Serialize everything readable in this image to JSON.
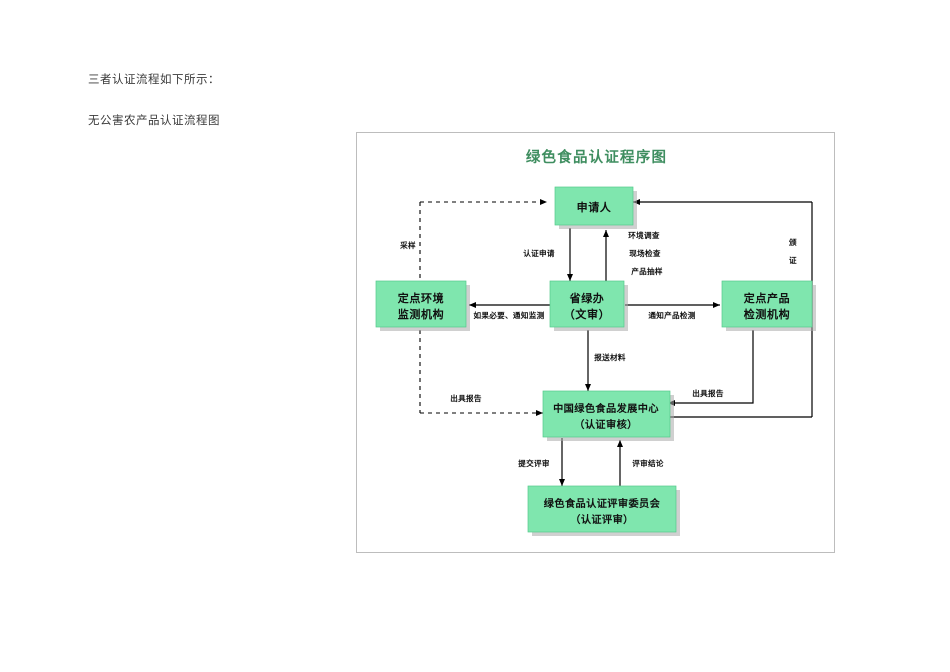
{
  "document": {
    "intro_line": "三者认证流程如下所示：",
    "subtitle_line": "无公害农产品认证流程图"
  },
  "diagram": {
    "title": "绿色食品认证程序图",
    "title_color": "#3f8e60",
    "node_fill_color": "#7fe6ae",
    "frame_border_color": "#bdbdbd",
    "nodes": {
      "applicant": {
        "line1": "申请人",
        "line2": ""
      },
      "province_green_office": {
        "line1": "省绿办",
        "line2": "（文审）"
      },
      "env_monitoring": {
        "line1": "定点环境",
        "line2": "监测机构"
      },
      "product_testing": {
        "line1": "定点产品",
        "line2": "检测机构"
      },
      "china_center": {
        "line1": "中国绿色食品发展中心",
        "line2": "（认证审核）"
      },
      "review_committee": {
        "line1": "绿色食品认证评审委员会",
        "line2": "（认证评审）"
      }
    },
    "edge_labels": {
      "sampling": "采样",
      "cert_application": "认证申请",
      "env_survey": "环境调查",
      "site_inspection": "现场检查",
      "product_sampling": "产品抽样",
      "notify_monitor": "如果必要、通知监测",
      "notify_product_test": "通知产品检测",
      "issue_certificate_1": "颁",
      "issue_certificate_2": "证",
      "submit_materials": "报送材料",
      "issue_report_left": "出具报告",
      "issue_report_right": "出具报告",
      "submit_review": "提交评审",
      "review_conclusion": "评审结论"
    }
  }
}
